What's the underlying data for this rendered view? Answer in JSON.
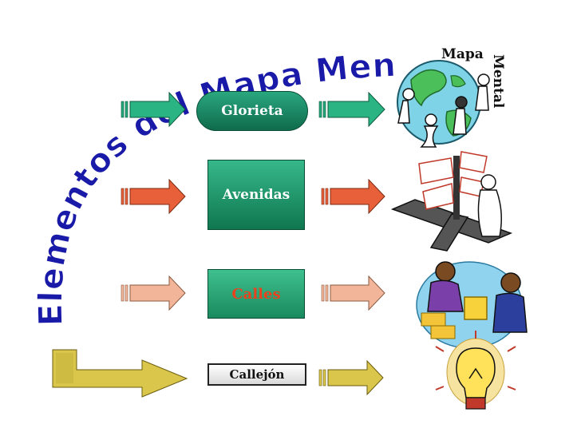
{
  "title": "Elementos del Mapa Mental",
  "top_label": {
    "line1": "Mapa",
    "line2": "Mental"
  },
  "nodes": {
    "glorieta": "Glorieta",
    "avenidas": "Avenidas",
    "calles": "Calles",
    "callejon": "Callejón"
  },
  "colors": {
    "title_fill": "#1a1aa8",
    "glorieta_arrow": "#22a87a",
    "avenidas_arrow": "#e8603a",
    "calles_arrow": "#f2b59a",
    "callejon_arrow": "#d9c64a",
    "node_green": "#1b8a5f"
  },
  "illustrations": [
    "globe-people-icon",
    "signpost-person-icon",
    "business-meeting-icon",
    "lightbulb-icon"
  ]
}
